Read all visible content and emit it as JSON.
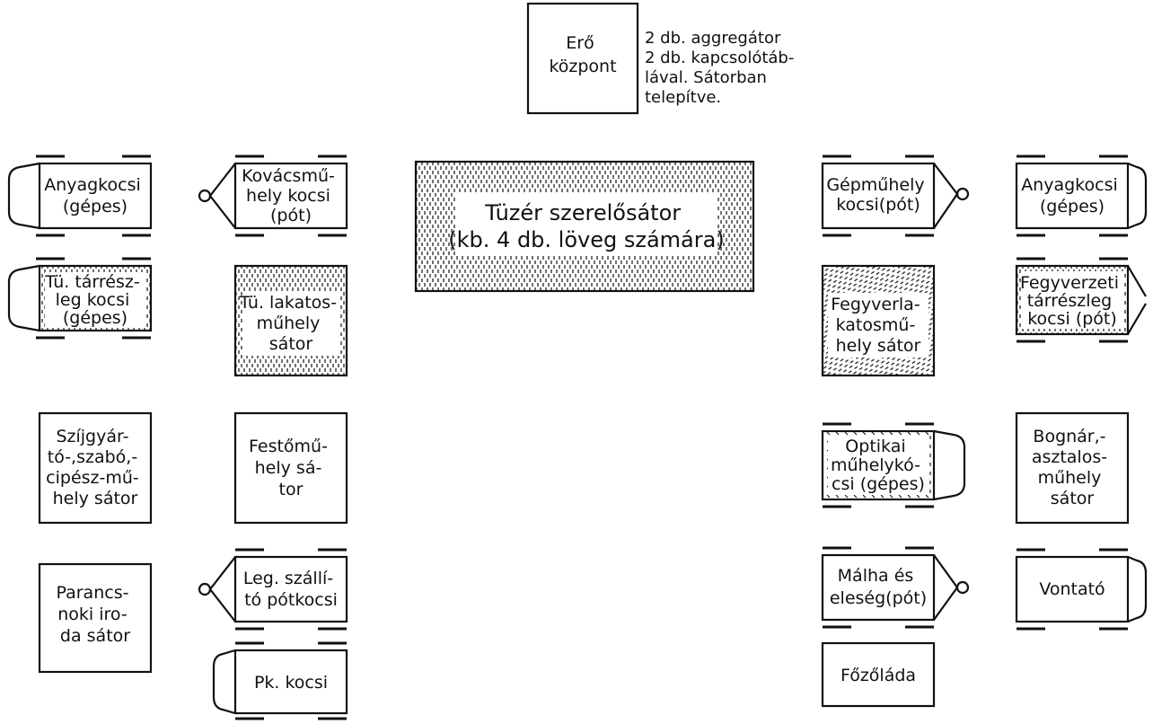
{
  "power_center": {
    "label_lines": [
      "Erő",
      "központ"
    ],
    "note_lines": [
      "2 db. aggregátor",
      "2 db. kapcsolótáb-",
      "lával. Sátorban",
      "telepítve."
    ]
  },
  "main_tent": {
    "label_lines": [
      "Tüzér szerelősátor",
      "(kb. 4 db. löveg számára)"
    ]
  },
  "left_outer": [
    {
      "kind": "vehicle",
      "label_lines": [
        "Anyagkocsi",
        "(gépes)"
      ]
    },
    {
      "kind": "vehicle",
      "label_lines": [
        "Tü. tárrész-",
        "leg kocsi",
        "(gépes)"
      ]
    },
    {
      "kind": "tent",
      "label_lines": [
        "Szíjgyár-",
        "tó-,szabó,-",
        "cipész-mű-",
        "hely sátor"
      ]
    },
    {
      "kind": "tent",
      "label_lines": [
        "Parancs-",
        "noki iro-",
        "da sátor"
      ]
    }
  ],
  "left_inner": [
    {
      "kind": "trailer",
      "label_lines": [
        "Kovácsmű-",
        "hely kocsi",
        "(pót)"
      ]
    },
    {
      "kind": "tent",
      "label_lines": [
        "Tü. lakatos-",
        "műhely",
        "sátor"
      ]
    },
    {
      "kind": "tent",
      "label_lines": [
        "Festőmű-",
        "hely sá-",
        "tor"
      ]
    },
    {
      "kind": "trailer",
      "label_lines": [
        "Leg. szállí-",
        "tó pótkocsi"
      ]
    },
    {
      "kind": "vehicle",
      "label_lines": [
        "Pk. kocsi"
      ]
    }
  ],
  "right_inner": [
    {
      "kind": "trailer",
      "label_lines": [
        "Gépműhely",
        "kocsi(pót)"
      ]
    },
    {
      "kind": "tent",
      "label_lines": [
        "Fegyverla-",
        "katosmű-",
        "hely sátor"
      ]
    },
    {
      "kind": "vehicle",
      "label_lines": [
        "Optikai",
        "műhelykó-",
        "csi (gépes)"
      ]
    },
    {
      "kind": "trailer",
      "label_lines": [
        "Málha és",
        "eleség(pót)"
      ]
    },
    {
      "kind": "tent",
      "label_lines": [
        "Főzőláda"
      ]
    }
  ],
  "right_outer": [
    {
      "kind": "vehicle",
      "label_lines": [
        "Anyagkocsi",
        "(gépes)"
      ]
    },
    {
      "kind": "trailer",
      "label_lines": [
        "Fegyverzeti",
        "tárrészleg",
        "kocsi (pót)"
      ]
    },
    {
      "kind": "tent",
      "label_lines": [
        "Bognár,-",
        "asztalos-",
        "műhely",
        "sátor"
      ]
    },
    {
      "kind": "vehicle",
      "label_lines": [
        "Vontató"
      ]
    }
  ]
}
